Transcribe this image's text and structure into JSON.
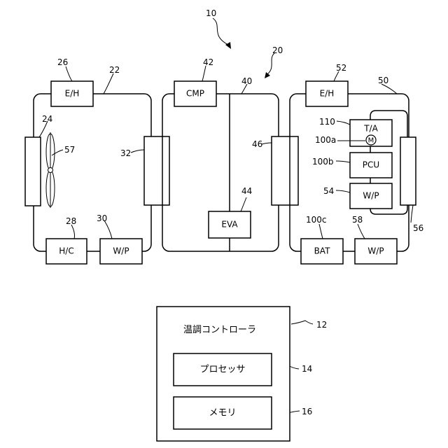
{
  "refs": {
    "system": "10",
    "circuit_20": "20",
    "circuit_22": "22",
    "circuit_40": "40",
    "circuit_50": "50",
    "eh_left": "26",
    "radiator": "24",
    "fan": "57",
    "hx_32": "32",
    "hc": "28",
    "wp_left": "30",
    "cmp": "42",
    "hx_46": "46",
    "eva": "44",
    "eh_right": "52",
    "ta": "110",
    "motor": "100a",
    "pcu": "100b",
    "wp_mid": "54",
    "hx_56": "56",
    "bat": "100c",
    "wp_right": "58",
    "controller": "12",
    "processor": "14",
    "memory": "16"
  },
  "labels": {
    "eh_left": "E/H",
    "hc": "H/C",
    "wp_left": "W/P",
    "cmp": "CMP",
    "eva": "EVA",
    "eh_right": "E/H",
    "ta": "T/A",
    "motor": "M",
    "pcu": "PCU",
    "wp_mid": "W/P",
    "bat": "BAT",
    "wp_right": "W/P"
  },
  "controller": {
    "title": "温調コントローラ",
    "processor": "プロセッサ",
    "memory": "メモリ"
  }
}
